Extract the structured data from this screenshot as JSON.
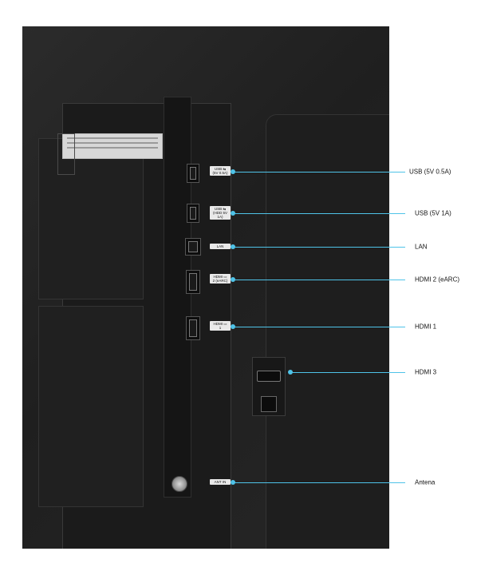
{
  "callouts": [
    {
      "id": "usb1",
      "port_label": "USB ⇆\n(5V 0.5A)",
      "caption": "USB (5V 0.5A)"
    },
    {
      "id": "usb2",
      "port_label": "USB ⇆\n(HDD 5V 1A)",
      "caption": "USB (5V 1A)"
    },
    {
      "id": "lan",
      "port_label": "LAN",
      "caption": "LAN"
    },
    {
      "id": "hdmi2",
      "port_label": "HDMI ▭\n2 (eARC)",
      "caption": "HDMI 2 (eARC)"
    },
    {
      "id": "hdmi1",
      "port_label": "HDMI ▭\n1",
      "caption": "HDMI 1"
    },
    {
      "id": "hdmi3",
      "port_label": "",
      "caption": "HDMI 3"
    },
    {
      "id": "antenna",
      "port_label": "ANT IN",
      "caption": "Antena"
    }
  ],
  "colors": {
    "callout_line": "#4fc3e8",
    "tv_body": "#222222"
  }
}
